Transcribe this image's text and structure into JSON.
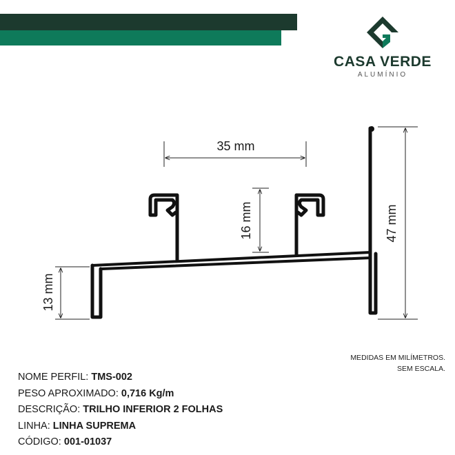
{
  "brand": {
    "name": "CASA VERDE",
    "subtitle": "ALUMÍNIO",
    "colors": {
      "dark": "#1c3a2e",
      "green": "#0e7a5a"
    }
  },
  "dimensions": {
    "width_top": "35 mm",
    "height_channel": "16 mm",
    "height_total": "47 mm",
    "height_left": "13 mm"
  },
  "note": {
    "line1": "MEDIDAS EM MILÍMETROS.",
    "line2": "SEM ESCALA."
  },
  "specs": [
    {
      "label": "NOME PERFIL: ",
      "value": "TMS-002"
    },
    {
      "label": "PESO APROXIMADO: ",
      "value": "0,716 Kg/m"
    },
    {
      "label": "DESCRIÇÃO: ",
      "value": "TRILHO INFERIOR 2 FOLHAS"
    },
    {
      "label": "LINHA: ",
      "value": "LINHA SUPREMA"
    },
    {
      "label": "CÓDIGO: ",
      "value": "001-01037"
    }
  ]
}
